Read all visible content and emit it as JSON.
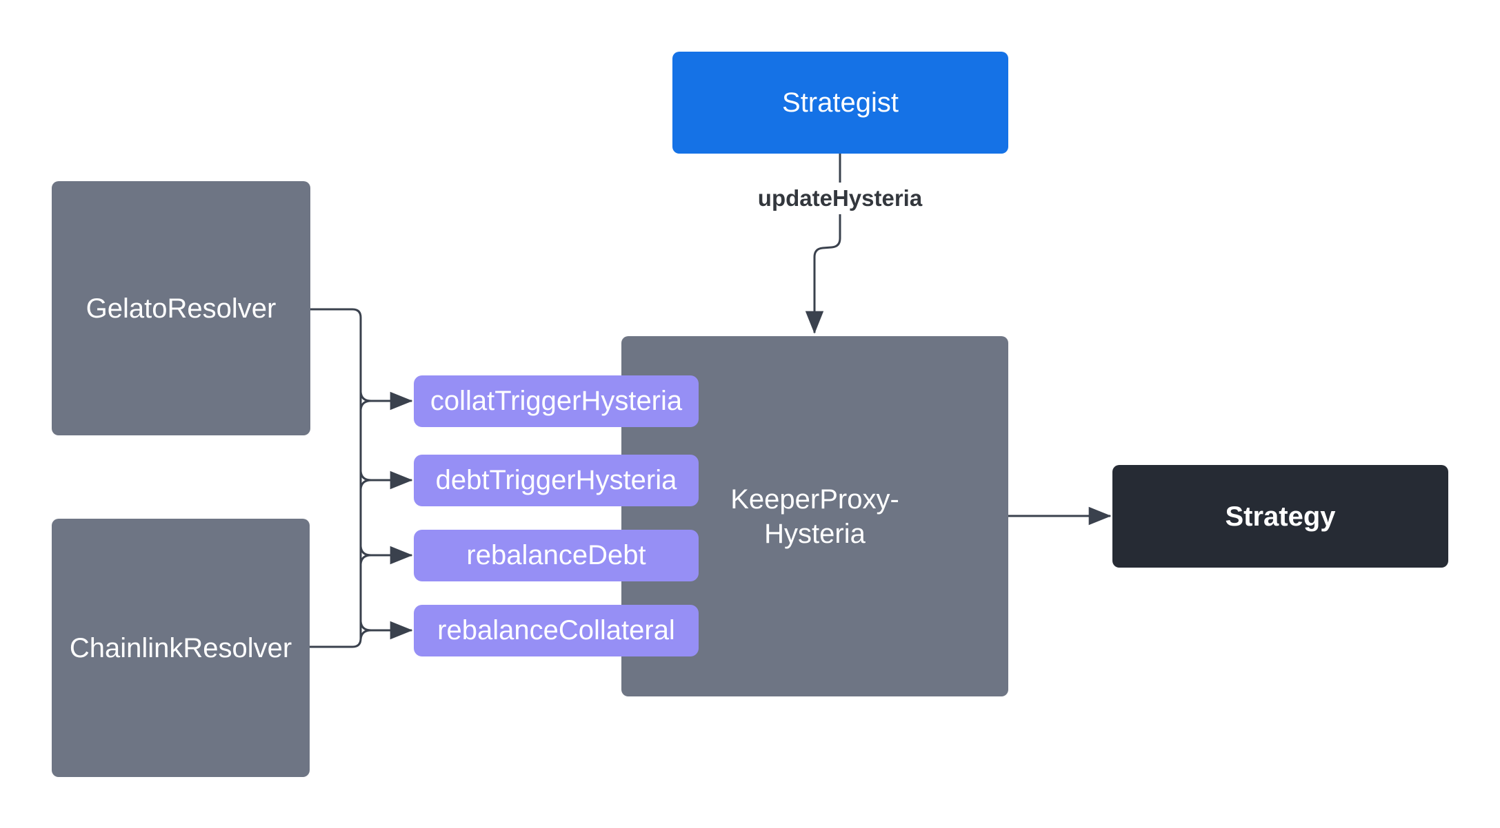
{
  "diagram": {
    "nodes": {
      "strategist": {
        "label": "Strategist"
      },
      "gelato": {
        "label": "GelatoResolver"
      },
      "chainlink": {
        "label": "ChainlinkResolver"
      },
      "keeper": {
        "line1": "KeeperProxy-",
        "line2": "Hysteria"
      },
      "strategy": {
        "label": "Strategy"
      }
    },
    "methods": [
      {
        "label": "collatTriggerHysteria"
      },
      {
        "label": "debtTriggerHysteria"
      },
      {
        "label": "rebalanceDebt"
      },
      {
        "label": "rebalanceCollateral"
      }
    ],
    "edges": {
      "update_label": "updateHysteria"
    },
    "colors": {
      "blue": "#1572E6",
      "gray": "#6E7584",
      "purple": "#968FF5",
      "dark": "#262B34",
      "line": "#3A414D",
      "label-text": "#33373D",
      "node-text": "#FFFFFF",
      "bg": "#FFFFFF"
    }
  }
}
